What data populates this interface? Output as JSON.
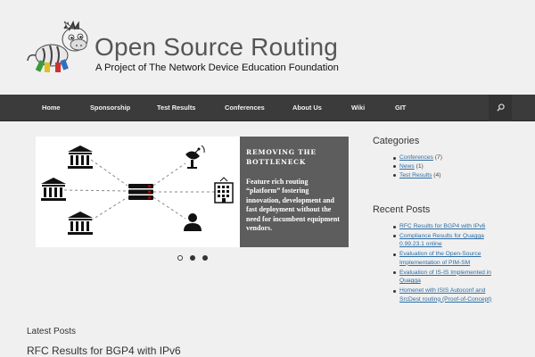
{
  "header": {
    "site_title": "Open Source Routing",
    "tagline": "A Project of The Network Device Education Foundation",
    "logo_icon": "zebra-mascot-icon"
  },
  "nav": {
    "items": [
      {
        "label": "Home"
      },
      {
        "label": "Sponsorship"
      },
      {
        "label": "Test Results"
      },
      {
        "label": "Conferences"
      },
      {
        "label": "About Us"
      },
      {
        "label": "Wiki"
      },
      {
        "label": "GIT"
      }
    ],
    "search_icon": "search-icon",
    "bar_color": "#3b3b3b"
  },
  "slider": {
    "caption_title": "Removing the bottleneck",
    "caption_text": "Feature rich routing “platform” fostering innovation, development and fast deployment without the need for incumbent equipment vendors.",
    "icons": [
      "bank-icon",
      "bank-icon",
      "bank-icon",
      "router-icon",
      "satellite-dish-icon",
      "building-icon",
      "person-icon"
    ],
    "slide_count": 3,
    "active_slide": 1
  },
  "sidebar": {
    "categories": {
      "title": "Categories",
      "items": [
        {
          "label": "Conferences",
          "count": "(7)"
        },
        {
          "label": "News",
          "count": "(1)"
        },
        {
          "label": "Test Results",
          "count": "(4)"
        }
      ]
    },
    "recent_posts": {
      "title": "Recent Posts",
      "items": [
        {
          "line1": "RFC Results for BGP4 with IPv6",
          "line2": ""
        },
        {
          "line1": "Compliance Results for Quagga",
          "line2": "0.99.23.1 online"
        },
        {
          "line1": "Evaluation of the Open-Source",
          "line2": "Implementation of PIM-SM"
        },
        {
          "line1": "Evaluation of IS-IS Implemented in",
          "line2": "Quagga"
        },
        {
          "line1": "Homenet with ISIS Autoconf and",
          "line2": "SrcDest routing (Proof-of-Concept)"
        }
      ]
    }
  },
  "latest": {
    "title": "Latest Posts",
    "first_post": "RFC Results for BGP4 with IPv6"
  },
  "colors": {
    "link": "#2d6ca2",
    "caption_bg": "#5d5d5d",
    "page_bg": "#f0f0f0"
  }
}
